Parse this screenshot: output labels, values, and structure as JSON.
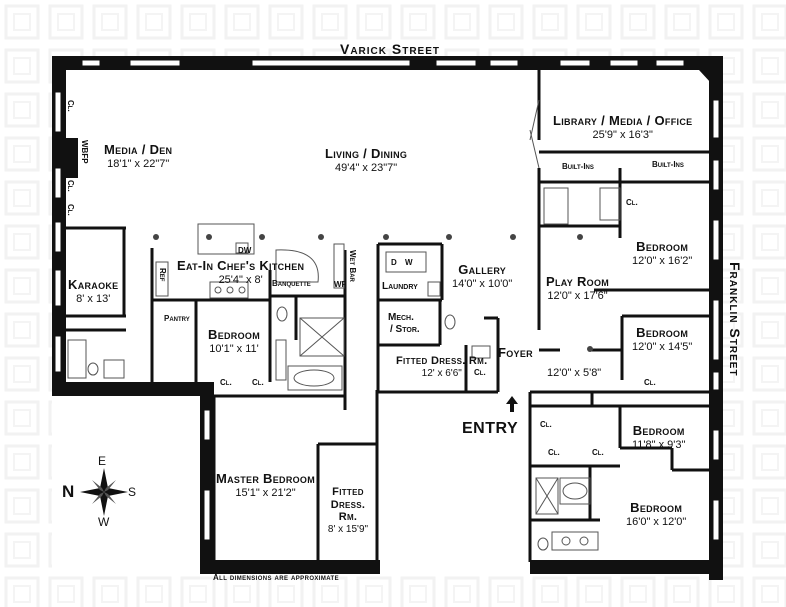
{
  "streets": {
    "north": "Varick Street",
    "east": "Franklin Street"
  },
  "rooms": {
    "media_den": {
      "name": "Media / Den",
      "dims": "18'1\" x 22\"7\""
    },
    "living_dining": {
      "name": "Living / Dining",
      "dims": "49'4\" x 23\"7\""
    },
    "library": {
      "name": "Library / Media / Office",
      "dims": "25'9\" x 16'3\""
    },
    "kitchen": {
      "name": "Eat-In Chef's Kitchen",
      "dims": "25'4\" x 8'"
    },
    "karaoke": {
      "name": "Karaoke",
      "dims": "8' x 13'"
    },
    "bedroom_center": {
      "name": "Bedroom",
      "dims": "10'1\" x 11'"
    },
    "gallery": {
      "name": "Gallery",
      "dims": "14'0\" x 10'0\""
    },
    "play_room": {
      "name": "Play Room",
      "dims": "12'0\" x 17'6\""
    },
    "bedroom_ne": {
      "name": "Bedroom",
      "dims": "12'0\" x 16'2\""
    },
    "bedroom_e": {
      "name": "Bedroom",
      "dims": "12'0\" x 14'5\""
    },
    "foyer": {
      "name": "Foyer",
      "dims": "12'0\" x 5'8\""
    },
    "fitted_dress_center": {
      "name": "Fitted Dress. Rm.",
      "dims": "12' x 6'6\""
    },
    "bedroom_se_small": {
      "name": "Bedroom",
      "dims": "11'8\" x 9'3\""
    },
    "bedroom_se": {
      "name": "Bedroom",
      "dims": "16'0\" x 12'0\""
    },
    "master": {
      "name": "Master Bedroom",
      "dims": "15'1\" x 21'2\""
    },
    "fitted_dress_master": {
      "name": "Fitted Dress. Rm.",
      "dims": "8' x 15'9\""
    }
  },
  "small_labels": {
    "cl": "Cl.",
    "wbfp": "WBFP",
    "dw": "DW",
    "ref": "Ref",
    "pantry": "Pantry",
    "banquette": "Banquette",
    "wet_bar": "Wet Bar",
    "wf": "WF",
    "d": "D",
    "w": "W",
    "laundry": "Laundry",
    "mech": "Mech.",
    "stor": "/ Stor.",
    "built_ins": "Built-Ins"
  },
  "entry": "ENTRY",
  "compass": {
    "n": "N",
    "e": "E",
    "s": "S",
    "w": "W"
  },
  "footer": "All dimensions are approximate",
  "colors": {
    "wall": "#111111",
    "window": "#ffffff",
    "background": "#ffffff",
    "fixture": "#555555"
  }
}
